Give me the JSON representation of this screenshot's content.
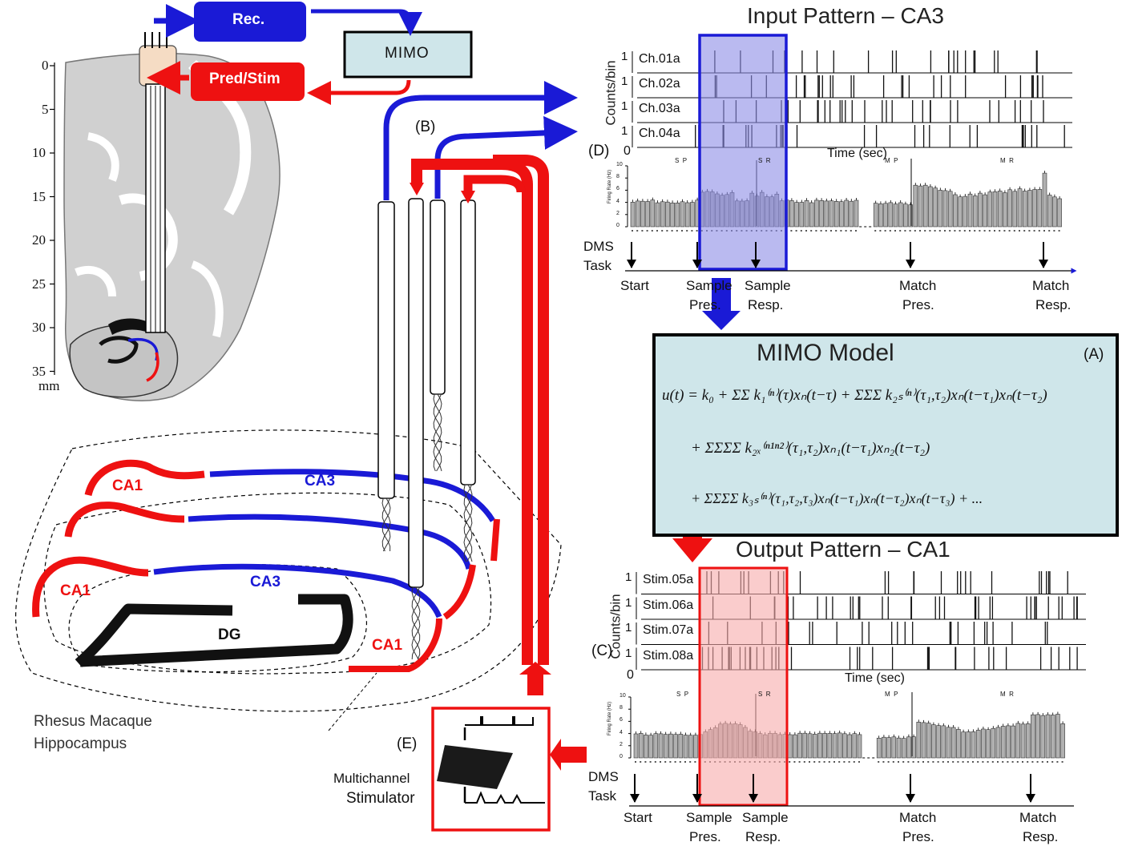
{
  "depth_ticks": [
    "0",
    "5",
    "10",
    "15",
    "20",
    "25",
    "30",
    "35"
  ],
  "depth_unit": "mm",
  "flow_boxes": {
    "rec": "Rec.",
    "mimo": "MIMO",
    "pred_stim": "Pred/Stim"
  },
  "panel_labels": {
    "a": "(A)",
    "b": "(B)",
    "c": "(C)",
    "d": "(D)",
    "e": "(E)"
  },
  "hippocampus": {
    "ca1": "CA1",
    "ca3": "CA3",
    "dg": "DG",
    "caption_line1": "Rhesus Macaque",
    "caption_line2": "Hippocampus"
  },
  "stimulator": {
    "line1": "Multichannel",
    "line2": "Stimulator"
  },
  "input_panel": {
    "title": "Input Pattern – CA3",
    "ylabel": "Counts/bin",
    "channels": [
      "Ch.01a",
      "Ch.02a",
      "Ch.03a",
      "Ch.04a"
    ],
    "scale_one": "1",
    "scale_zero": "0",
    "time_label": "Time (sec)",
    "event_marks_1": "S  P",
    "event_marks_2": "S  R",
    "event_marks_3": "M  P",
    "event_marks_4": "M  R",
    "rate_axis_label": "Firing Rate (Hz)",
    "rate_ticks": [
      "10",
      "8",
      "6",
      "4",
      "2",
      "0"
    ]
  },
  "output_panel": {
    "title": "Output Pattern – CA1",
    "ylabel": "Counts/bin",
    "channels": [
      "Stim.05a",
      "Stim.06a",
      "Stim.07a",
      "Stim.08a"
    ],
    "scale_one": "1",
    "scale_zero": "0",
    "time_label": "Time (sec)",
    "event_marks_1": "S  P",
    "event_marks_2": "S  R",
    "event_marks_3": "M  P",
    "event_marks_4": "M  R",
    "rate_axis_label": "Firing Rate (Hz)",
    "rate_ticks": [
      "10",
      "8",
      "6",
      "4",
      "2",
      "0"
    ]
  },
  "dms": {
    "task_line1": "DMS",
    "task_line2": "Task",
    "start": "Start",
    "sample_pres_1": "Sample",
    "sample_pres_2": "Pres.",
    "sample_resp_1": "Sample",
    "sample_resp_2": "Resp.",
    "match_pres_1": "Match",
    "match_pres_2": "Pres.",
    "match_resp_1": "Match",
    "match_resp_2": "Resp."
  },
  "mimo_model": {
    "title": "MIMO Model",
    "eq_line1": "u(t) = k₀ + ΣΣ k₁⁽ⁿ⁾(τ)xₙ(t−τ) + ΣΣΣ k₂ₛ⁽ⁿ⁾(τ₁,τ₂)xₙ(t−τ₁)xₙ(t−τ₂)",
    "eq_line2": "+ ΣΣΣΣ k₂ₓ⁽ⁿ¹ⁿ²⁾(τ₁,τ₂)xₙ₁(t−τ₁)xₙ₂(t−τ₂)",
    "eq_line3": "+ ΣΣΣΣ k₃ₛ⁽ⁿ⁾(τ₁,τ₂,τ₃)xₙ(t−τ₁)xₙ(t−τ₂)xₙ(t−τ₃) + ..."
  },
  "colors": {
    "blue": "#1a1ad6",
    "red": "#ee1111",
    "mimo_fill": "#cfe6ea",
    "brain_gray": "#c8c8c8",
    "bar_gray": "#b0b0b0",
    "input_highlight": "#8c8ce6",
    "output_highlight": "#f6aaaa"
  }
}
